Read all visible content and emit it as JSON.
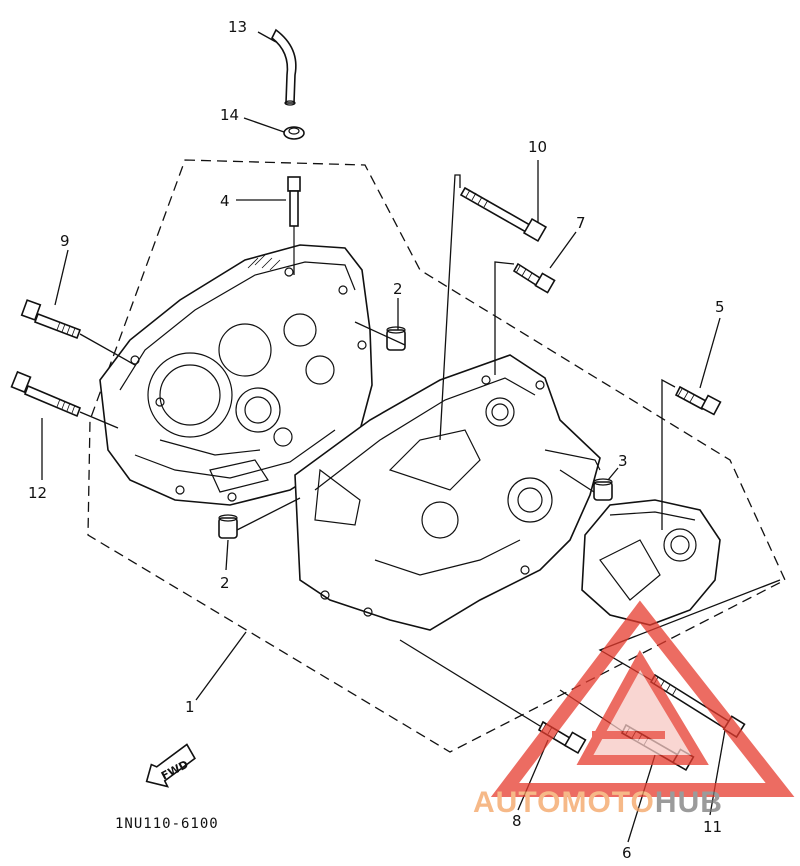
{
  "diagram": {
    "labels": {
      "l1": "1",
      "l2a": "2",
      "l2b": "2",
      "l3": "3",
      "l4": "4",
      "l5": "5",
      "l6": "6",
      "l7": "7",
      "l8": "8",
      "l9": "9",
      "l10": "10",
      "l11": "11",
      "l12": "12",
      "l13": "13",
      "l14": "14"
    },
    "fwd_label": "FWD",
    "drawing_code": "1NU110-6100"
  },
  "watermark": {
    "text_part1": "AUTOMOTO",
    "text_part2": "HUB",
    "colors": {
      "orange": "#f4a261",
      "gray": "#8a8a8a",
      "red": "#e63b2e"
    }
  }
}
